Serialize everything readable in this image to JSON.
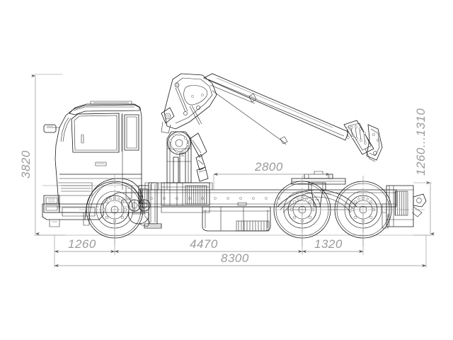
{
  "drawing": {
    "title": "Truck tractor with knuckle-boom crane - side elevation",
    "units": "mm",
    "line_color": "#1a1a1a",
    "dimension_color": "#9a9a9a",
    "background": "#ffffff"
  },
  "dimensions": {
    "height_overall": {
      "label": "3820",
      "orientation": "vertical",
      "side": "left"
    },
    "crane_height_range": {
      "label": "1260...1310",
      "orientation": "vertical",
      "side": "right"
    },
    "frame_to_fifthwheel": {
      "label": "2800",
      "orientation": "horizontal",
      "position": "upper"
    },
    "front_overhang": {
      "label": "1260",
      "orientation": "horizontal",
      "position": "lower"
    },
    "wheelbase": {
      "label": "4470",
      "orientation": "horizontal",
      "position": "lower"
    },
    "bogie_spread": {
      "label": "1320",
      "orientation": "horizontal",
      "position": "lower"
    },
    "length_overall": {
      "label": "8300",
      "orientation": "horizontal",
      "position": "bottom"
    }
  },
  "components": [
    {
      "name": "cab",
      "label": "Cab"
    },
    {
      "name": "front-wheel",
      "label": "Front axle wheel"
    },
    {
      "name": "crane",
      "label": "Knuckle-boom crane"
    },
    {
      "name": "crane-column",
      "label": "Crane column"
    },
    {
      "name": "crane-boom-inner",
      "label": "Inner boom"
    },
    {
      "name": "crane-boom-outer",
      "label": "Outer boom with extensions"
    },
    {
      "name": "outrigger",
      "label": "Outrigger leg"
    },
    {
      "name": "fuel-tank",
      "label": "Fuel tank"
    },
    {
      "name": "rear-wheel-front",
      "label": "Rear bogie front wheel"
    },
    {
      "name": "rear-wheel-rear",
      "label": "Rear bogie rear wheel"
    },
    {
      "name": "fifth-wheel",
      "label": "Fifth wheel coupling"
    },
    {
      "name": "rear-frame",
      "label": "Rear frame assembly"
    }
  ]
}
